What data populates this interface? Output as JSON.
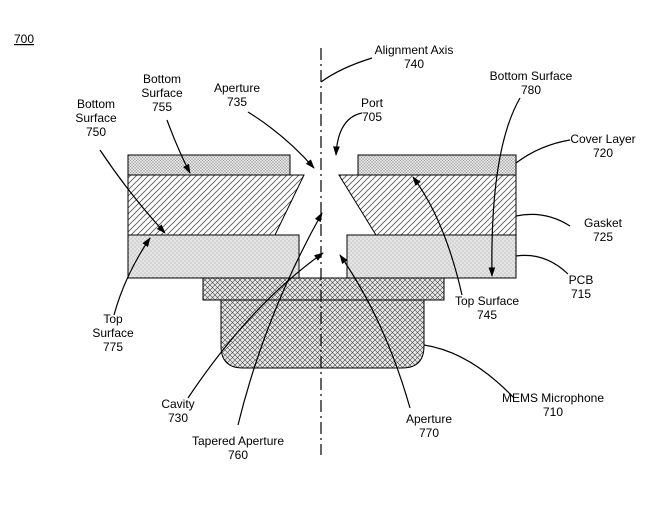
{
  "figure": {
    "number": "700"
  },
  "labels": {
    "alignment_axis": {
      "name": "Alignment Axis",
      "ref": "740"
    },
    "bottom_surface_780": {
      "name": "Bottom Surface",
      "ref": "780"
    },
    "port": {
      "name": "Port",
      "ref": "705"
    },
    "aperture_735": {
      "name": "Aperture",
      "ref": "735"
    },
    "bottom_surface_755": {
      "line1": "Bottom",
      "line2": "Surface",
      "ref": "755"
    },
    "bottom_surface_750": {
      "line1": "Bottom",
      "line2": "Surface",
      "ref": "750"
    },
    "cover_layer": {
      "name": "Cover Layer",
      "ref": "720"
    },
    "gasket": {
      "name": "Gasket",
      "ref": "725"
    },
    "pcb": {
      "name": "PCB",
      "ref": "715"
    },
    "top_surface_745": {
      "name": "Top Surface",
      "ref": "745"
    },
    "top_surface_775": {
      "line1": "Top",
      "line2": "Surface",
      "ref": "775"
    },
    "mems_microphone": {
      "name": "MEMS Microphone",
      "ref": "710"
    },
    "cavity": {
      "name": "Cavity",
      "ref": "730"
    },
    "aperture_770": {
      "name": "Aperture",
      "ref": "770"
    },
    "tapered_aperture": {
      "name": "Tapered Aperture",
      "ref": "760"
    }
  },
  "colors": {
    "line": "#000000",
    "background": "#ffffff",
    "pcb_fill": "#dcdcdc",
    "cover_fill": "#e2e2e2"
  }
}
